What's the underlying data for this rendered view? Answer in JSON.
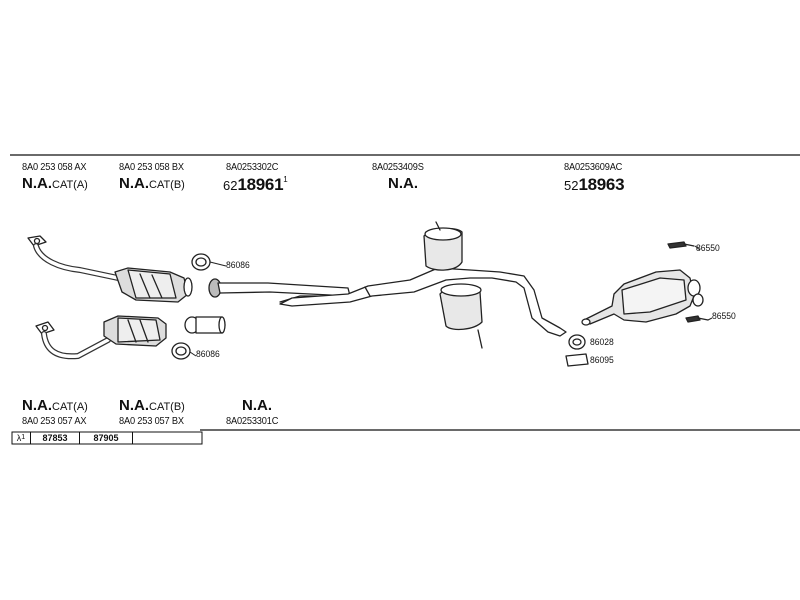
{
  "top_parts": [
    {
      "code": "8A0 253 058 AX",
      "status": "N.A.",
      "name": "CAT(A)"
    },
    {
      "code": "8A0 253 058 BX",
      "status": "N.A.",
      "name": "CAT(B)"
    },
    {
      "code": "8A0253302C",
      "prefix": "62",
      "number": "18961",
      "suffix": "1"
    },
    {
      "code": "8A0253409S",
      "status": "N.A."
    },
    {
      "code": "8A0253609AC",
      "prefix": "52",
      "number": "18963"
    }
  ],
  "bottom_parts": [
    {
      "code": "8A0 253 057 AX",
      "status": "N.A.",
      "name": "CAT(A)"
    },
    {
      "code": "8A0 253 057 BX",
      "status": "N.A.",
      "name": "CAT(B)"
    },
    {
      "code": "8A0253301C",
      "status": "N.A."
    }
  ],
  "callouts": {
    "c86086_top": "86086",
    "c86086_bottom": "86086",
    "c86550_top": "86550",
    "c86550_bottom": "86550",
    "c86028": "86028",
    "c86095": "86095"
  },
  "lambda_table": {
    "symbol": "λ",
    "symbol_sup": "1",
    "values": [
      "87853",
      "87905"
    ]
  }
}
